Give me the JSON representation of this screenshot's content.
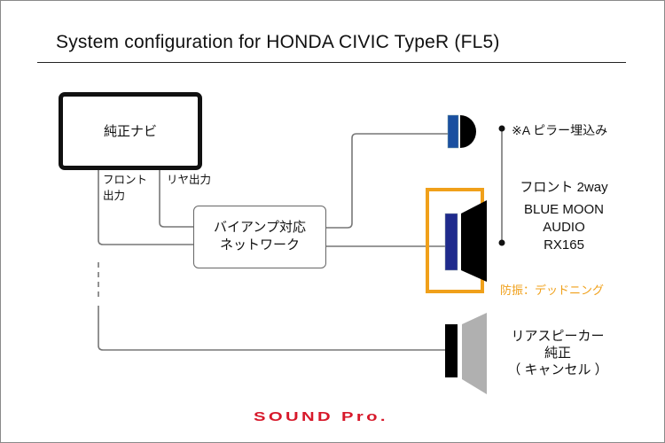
{
  "title": "System configuration for HONDA CIVIC TypeR (FL5)",
  "nodes": {
    "head_unit": {
      "label": "純正ナビ"
    },
    "network": {
      "line1": "バイアンプ対応",
      "line2": "ネットワーク"
    }
  },
  "wire_labels": {
    "front_output": "フロント\n出力",
    "front_output_line1": "フロント",
    "front_output_line2": "出力",
    "rear_output": "リヤ出力"
  },
  "speakers": {
    "tweeter_note": "※A ピラー埋込み",
    "front": {
      "line1": "フロント 2way",
      "line2": "BLUE MOON",
      "line3": "AUDIO",
      "line4": "RX165",
      "deadening_note": "防振：デッドニング"
    },
    "rear": {
      "line1": "リアスピーカー",
      "line2": "純正",
      "line3": "（ キャンセル ）"
    }
  },
  "colors": {
    "deadening_orange": "#f0a01a",
    "tweeter_blue": "#1a4fa0",
    "woofer_blue": "#1f2a8c",
    "logo_red": "#d7182a",
    "rear_cone_gray": "#b0b0b0"
  },
  "logo": "SOUND Pro."
}
